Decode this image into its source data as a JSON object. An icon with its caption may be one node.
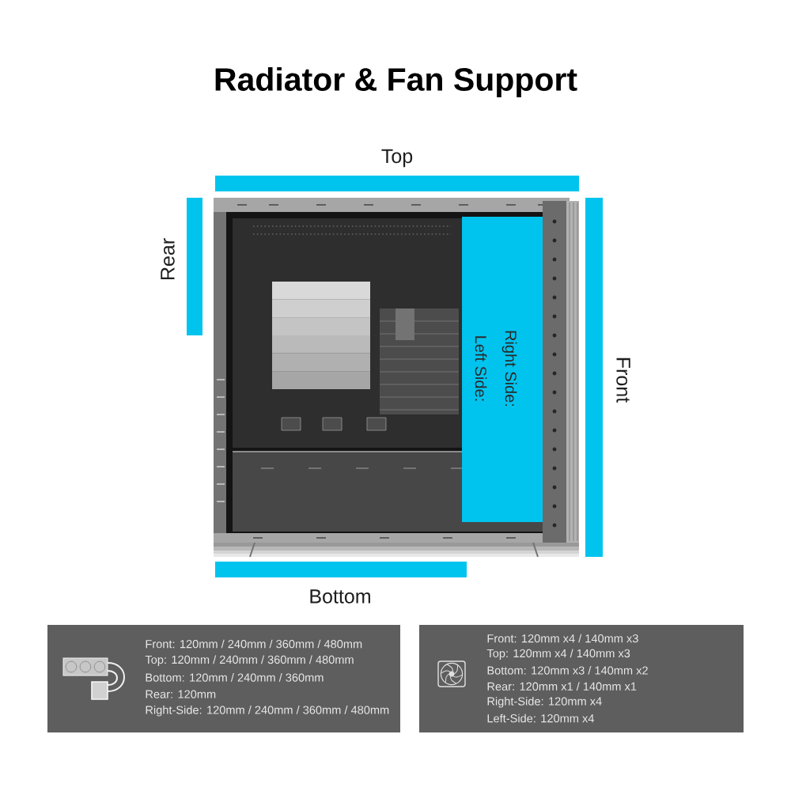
{
  "diagram": {
    "title": "Radiator & Fan Support",
    "nodes": [
      {
        "text": [
          "Top"
        ]
      },
      {
        "text": [
          "Rear"
        ]
      },
      {
        "text": [
          "Right Side:",
          "Left Side:"
        ]
      },
      {
        "text": [
          "Front"
        ]
      },
      {
        "text": [
          "Bottom"
        ]
      },
      {
        "text": [
          "Front: 120mm / 240mm / 360mm / 480mm",
          "Top: 120mm / 240mm / 360mm / 480mm",
          "Bottom: 120mm / 240mm / 360mm",
          "Rear: 120mm",
          "Right-Side: 120mm / 240mm / 360mm / 480mm"
        ]
      },
      {
        "text": [
          "Front: 120mm x4 / 140mm x3",
          "Top: 120mm x4 / 140mm x3",
          "Bottom: 120mm x3 / 140mm x2",
          "Rear: 120mm x1 / 140mm x1",
          "Right-Side: 120mm x4",
          "Left-Side: 120mm x4"
        ]
      }
    ]
  }
}
